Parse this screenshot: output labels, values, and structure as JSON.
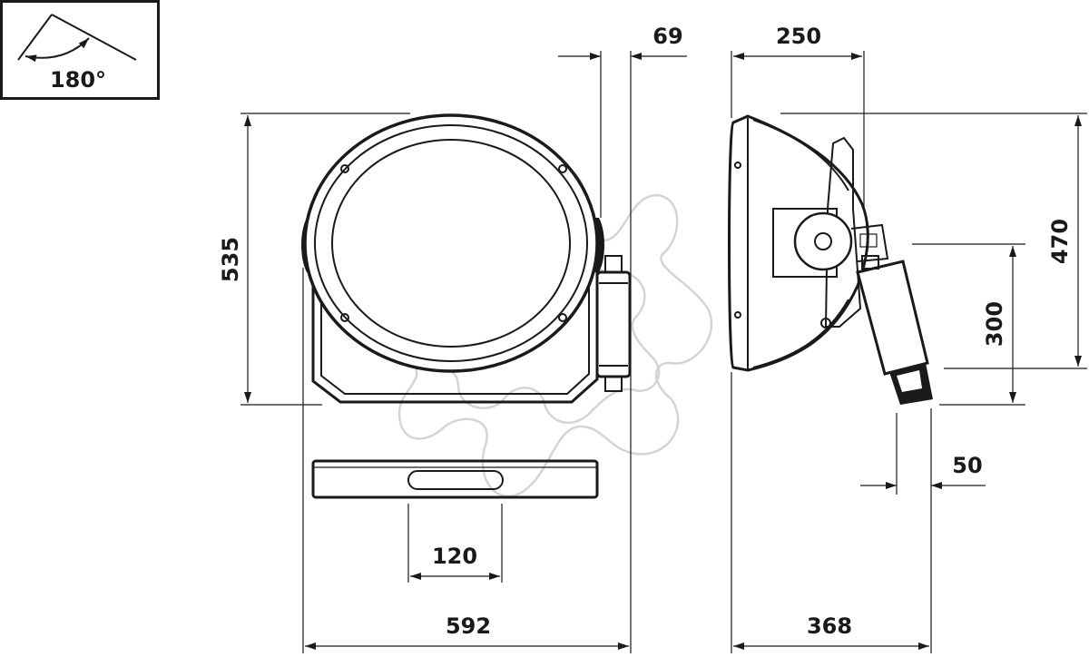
{
  "drawing": {
    "angle_label": "180°",
    "dimensions": {
      "total_width": "592",
      "depth_offset": "69",
      "height": "535",
      "bracket_slot": "120",
      "side_top": "250",
      "side_height": "470",
      "mount_height": "300",
      "mount_offset": "50",
      "side_depth": "368"
    }
  }
}
